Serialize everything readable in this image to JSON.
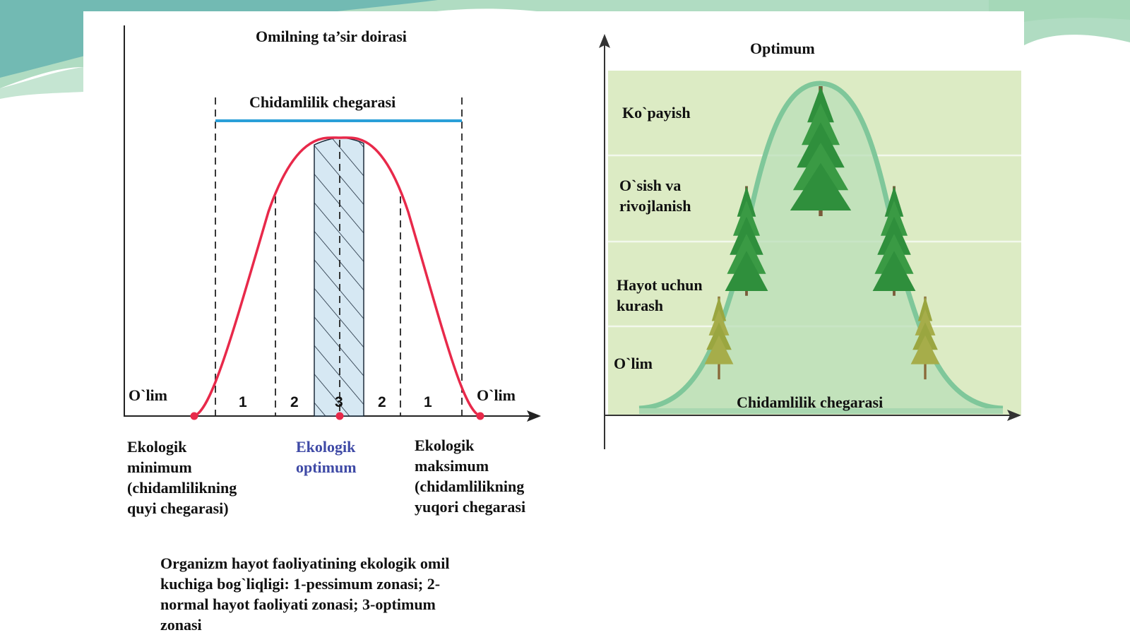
{
  "colors": {
    "curve": "#e8294a",
    "tolerance_bar": "#2a9fd8",
    "optimum_text": "#3f4aa6",
    "optimum_fill": "#d6e8f3",
    "right_bg": "#dcebc4",
    "right_curve": "#7fc79a",
    "deco_green": "#6fbf8f",
    "deco_teal": "#3f9fa8"
  },
  "left_diagram": {
    "title": "Omilning ta’sir doirasi",
    "tolerance_label": "Chidamlilik chegarasi",
    "death_left": "O`lim",
    "death_right": "O`lim",
    "zone_numbers": [
      "1",
      "2",
      "3",
      "2",
      "1"
    ],
    "min_label": [
      "Ekologik",
      "minimum",
      "(chidamlilikning",
      "quyi chegarasi)"
    ],
    "optimum_label": [
      "Ekologik",
      "optimum"
    ],
    "max_label": [
      "Ekologik",
      "maksimum",
      "(chidamlilikning",
      "yuqori chegarasi"
    ]
  },
  "right_diagram": {
    "title": "Optimum",
    "bands": [
      [
        "Ko`payish"
      ],
      [
        "O`sish va",
        "rivojlanish"
      ],
      [
        "Hayot uchun",
        "kurash"
      ],
      [
        "O`lim"
      ]
    ],
    "bottom_label": "Chidamlilik chegarasi",
    "tree_icons": [
      "spruce-tree-icon",
      "spruce-tree-icon",
      "spruce-tree-icon",
      "spruce-tree-icon",
      "spruce-tree-icon"
    ]
  },
  "caption": [
    "Organizm hayot faoliyatining ekologik omil",
    "kuchiga bog`liqligi: 1-pessimum zonasi; 2-",
    "normal hayot faoliyati zonasi; 3-optimum",
    "zonasi"
  ]
}
